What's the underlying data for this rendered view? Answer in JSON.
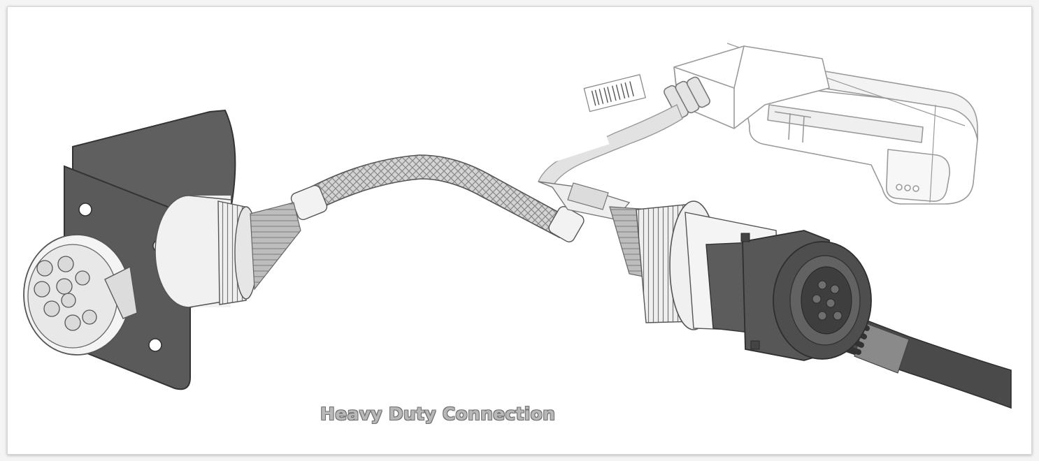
{
  "caption": "Heavy Duty Connection",
  "colors": {
    "bracket": "#5a5a5a",
    "connector_light": "#ececec",
    "connector_dark": "#575757",
    "cable_dark": "#4a4a4a",
    "outline": "#555555",
    "device_outline": "#9a9a9a"
  },
  "icons": [
    "9-pin-deutsch-connector",
    "mounting-bracket",
    "braided-cable",
    "obd-interface-device",
    "barcode-label"
  ]
}
